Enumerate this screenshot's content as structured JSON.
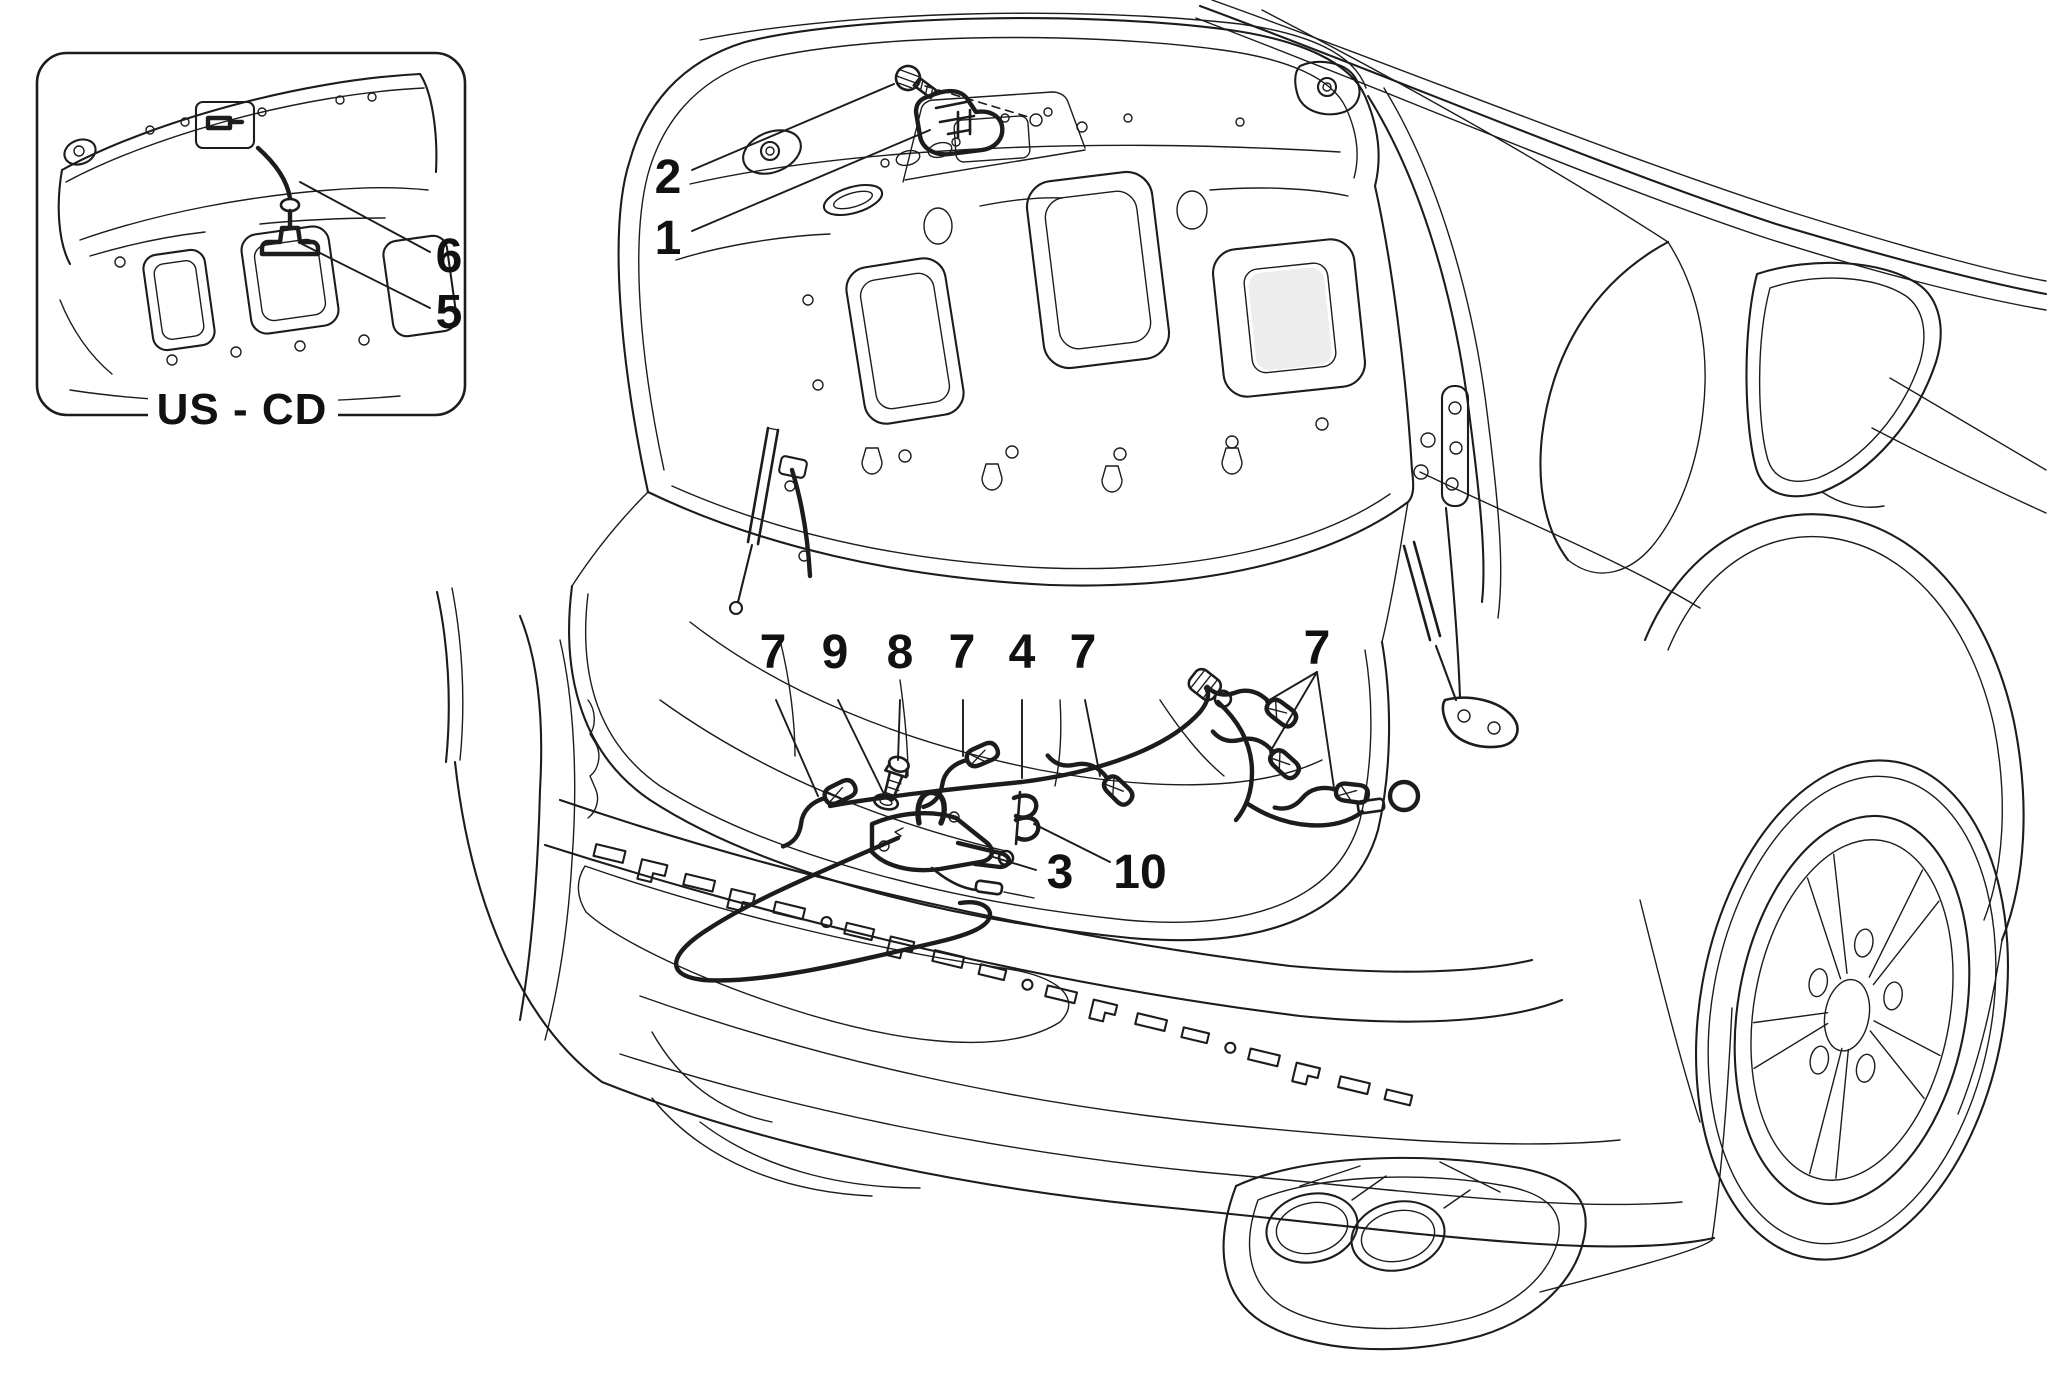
{
  "colors": {
    "background": "#ffffff",
    "ink": "#1c1c1c"
  },
  "inset": {
    "label": "US - CD"
  },
  "callouts": {
    "c1": "1",
    "c2": "2",
    "c3": "3",
    "c4": "4",
    "c5": "5",
    "c6": "6",
    "c7": "7",
    "c8": "8",
    "c9": "9",
    "c10": "10"
  }
}
